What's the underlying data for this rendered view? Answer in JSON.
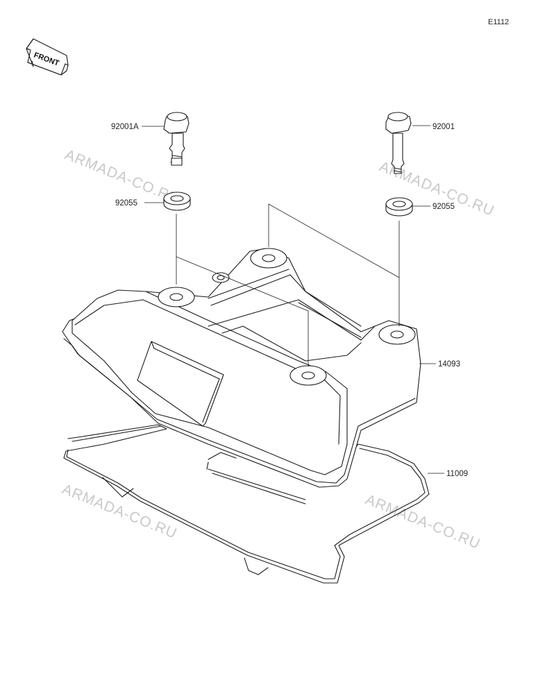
{
  "diagram_code": "E1112",
  "front_label": "FRONT",
  "watermark": "ARMADA-CO.RU",
  "parts": {
    "bolt_a": "92001A",
    "bolt": "92001",
    "washer_left": "92055",
    "washer_right": "92055",
    "cover": "14093",
    "gasket": "11009"
  }
}
